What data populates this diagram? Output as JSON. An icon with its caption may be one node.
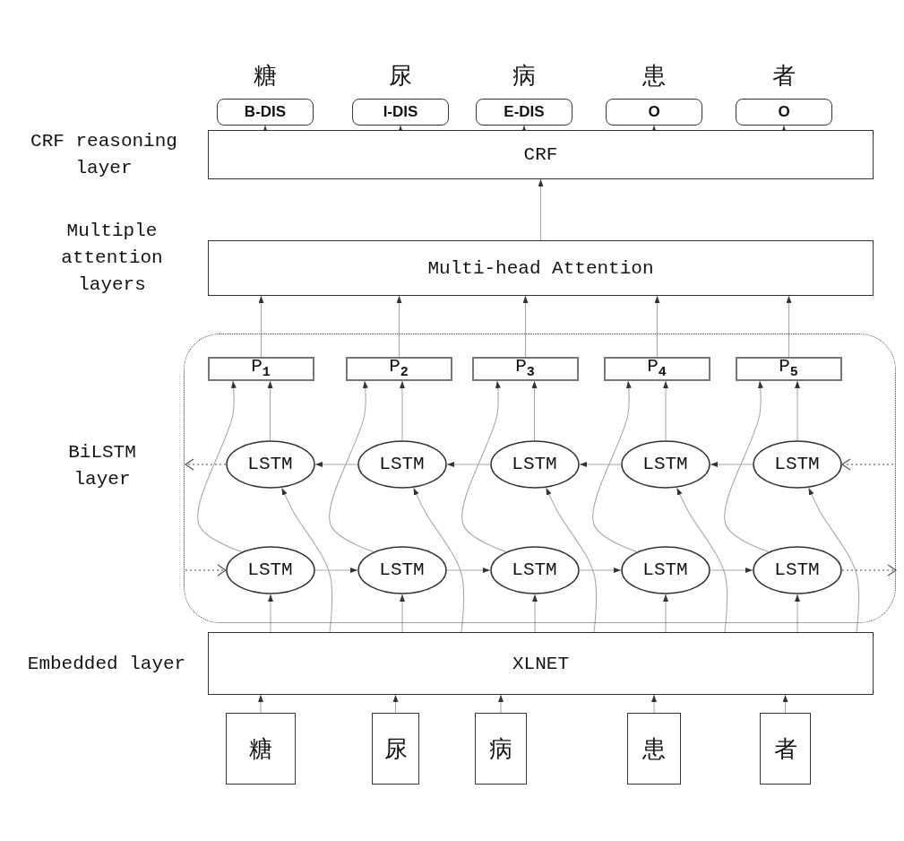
{
  "diagram": {
    "nodes": [
      {
        "text": [
          "糖",
          "B-DIS"
        ]
      },
      {
        "text": [
          "尿",
          "I-DIS"
        ]
      },
      {
        "text": [
          "病",
          "E-DIS"
        ]
      },
      {
        "text": [
          "患",
          "O"
        ]
      },
      {
        "text": [
          "者",
          "O"
        ]
      },
      {
        "text": [
          "CRF"
        ]
      },
      {
        "text": [
          "Multi-head Attention"
        ]
      },
      {
        "text": [],
        "shape": "box"
      },
      {
        "text": [
          "P$_{1}$"
        ],
        "in": 7
      },
      {
        "text": [
          "P$_{2}$"
        ],
        "in": 7
      },
      {
        "text": [
          "P$_{3}$"
        ],
        "in": 7
      },
      {
        "text": [
          "P$_{4}$"
        ],
        "in": 7
      },
      {
        "text": [
          "P$_{5}$"
        ],
        "in": 7
      },
      {
        "text": [
          "LSTM"
        ],
        "in": 7
      },
      {
        "text": [
          "LSTM"
        ],
        "in": 7
      },
      {
        "text": [
          "LSTM"
        ],
        "in": 7
      },
      {
        "text": [
          "LSTM"
        ],
        "in": 7
      },
      {
        "text": [
          "LSTM"
        ],
        "in": 7
      },
      {
        "text": [
          "LSTM"
        ],
        "in": 7
      },
      {
        "text": [
          "LSTM"
        ],
        "in": 7
      },
      {
        "text": [
          "LSTM"
        ],
        "in": 7
      },
      {
        "text": [
          "LSTM"
        ],
        "in": 7
      },
      {
        "text": [
          "LSTM"
        ],
        "in": 7
      },
      {
        "text": [
          "XLNET"
        ]
      },
      {
        "text": [
          "糖"
        ]
      },
      {
        "text": [
          "尿"
        ]
      },
      {
        "text": [
          "病"
        ]
      },
      {
        "text": [
          "患"
        ]
      },
      {
        "text": [
          "者"
        ]
      }
    ],
    "edges": [
      {
        "from": 5,
        "to": 0,
        "arrow": "to"
      },
      {
        "from": 5,
        "to": 1,
        "arrow": "to"
      },
      {
        "from": 5,
        "to": 2,
        "arrow": "to"
      },
      {
        "from": 5,
        "to": 3,
        "arrow": "to"
      },
      {
        "from": 5,
        "to": 4,
        "arrow": "to"
      },
      {
        "from": 6,
        "to": 5,
        "arrow": "to"
      },
      {
        "from": 8,
        "to": 6,
        "arrow": "to"
      },
      {
        "from": 9,
        "to": 6,
        "arrow": "to"
      },
      {
        "from": 10,
        "to": 6,
        "arrow": "to"
      },
      {
        "from": 11,
        "to": 6,
        "arrow": "to"
      },
      {
        "from": 12,
        "to": 6,
        "arrow": "to"
      },
      {
        "from": 13,
        "to": 8,
        "arrow": "to"
      },
      {
        "from": 14,
        "to": 9,
        "arrow": "to"
      },
      {
        "from": 15,
        "to": 10,
        "arrow": "to"
      },
      {
        "from": 16,
        "to": 11,
        "arrow": "to"
      },
      {
        "from": 17,
        "to": 12,
        "arrow": "to"
      },
      {
        "from": 18,
        "to": 8,
        "arrow": "to"
      },
      {
        "from": 19,
        "to": 9,
        "arrow": "to"
      },
      {
        "from": 20,
        "to": 10,
        "arrow": "to"
      },
      {
        "from": 21,
        "to": 11,
        "arrow": "to"
      },
      {
        "from": 22,
        "to": 12,
        "arrow": "to"
      },
      {
        "from": 23,
        "to": 18,
        "arrow": "to"
      },
      {
        "from": 23,
        "to": 19,
        "arrow": "to"
      },
      {
        "from": 23,
        "to": 20,
        "arrow": "to"
      },
      {
        "from": 23,
        "to": 21,
        "arrow": "to"
      },
      {
        "from": 23,
        "to": 22,
        "arrow": "to"
      },
      {
        "from": 23,
        "to": 13,
        "arrow": "to"
      },
      {
        "from": 23,
        "to": 14,
        "arrow": "to"
      },
      {
        "from": 23,
        "to": 15,
        "arrow": "to"
      },
      {
        "from": 23,
        "to": 16,
        "arrow": "to"
      },
      {
        "from": 23,
        "to": 17,
        "arrow": "to"
      },
      {
        "from": 18,
        "to": 19,
        "arrow": "to"
      },
      {
        "from": 19,
        "to": 20,
        "arrow": "to"
      },
      {
        "from": 20,
        "to": 21,
        "arrow": "to"
      },
      {
        "from": 21,
        "to": 22,
        "arrow": "to"
      },
      {
        "from": null,
        "to": 18,
        "arrow": "to",
        "style": "dashed",
        "color": "#444444"
      },
      {
        "from": 22,
        "to": null,
        "arrow": "to",
        "style": "dashed",
        "color": "#444444"
      },
      {
        "from": 14,
        "to": 13,
        "arrow": "to"
      },
      {
        "from": 15,
        "to": 14,
        "arrow": "to"
      },
      {
        "from": 16,
        "to": 15,
        "arrow": "to"
      },
      {
        "from": 17,
        "to": 16,
        "arrow": "to"
      },
      {
        "from": null,
        "to": 17,
        "arrow": "to",
        "style": "dashed",
        "color": "#444444"
      },
      {
        "from": 13,
        "to": null,
        "arrow": "to",
        "style": "dashed",
        "color": "#444444"
      },
      {
        "from": 24,
        "to": 23,
        "arrow": "to"
      },
      {
        "from": 25,
        "to": 23,
        "arrow": "to"
      },
      {
        "from": 26,
        "to": 23,
        "arrow": "to"
      },
      {
        "from": 27,
        "to": 23,
        "arrow": "to"
      },
      {
        "from": 28,
        "to": 23,
        "arrow": "to"
      }
    ],
    "labels": [
      "CRF reasoning layer",
      "Multiple attention layers",
      "BiLSTM layer",
      "Embedded layer"
    ]
  }
}
